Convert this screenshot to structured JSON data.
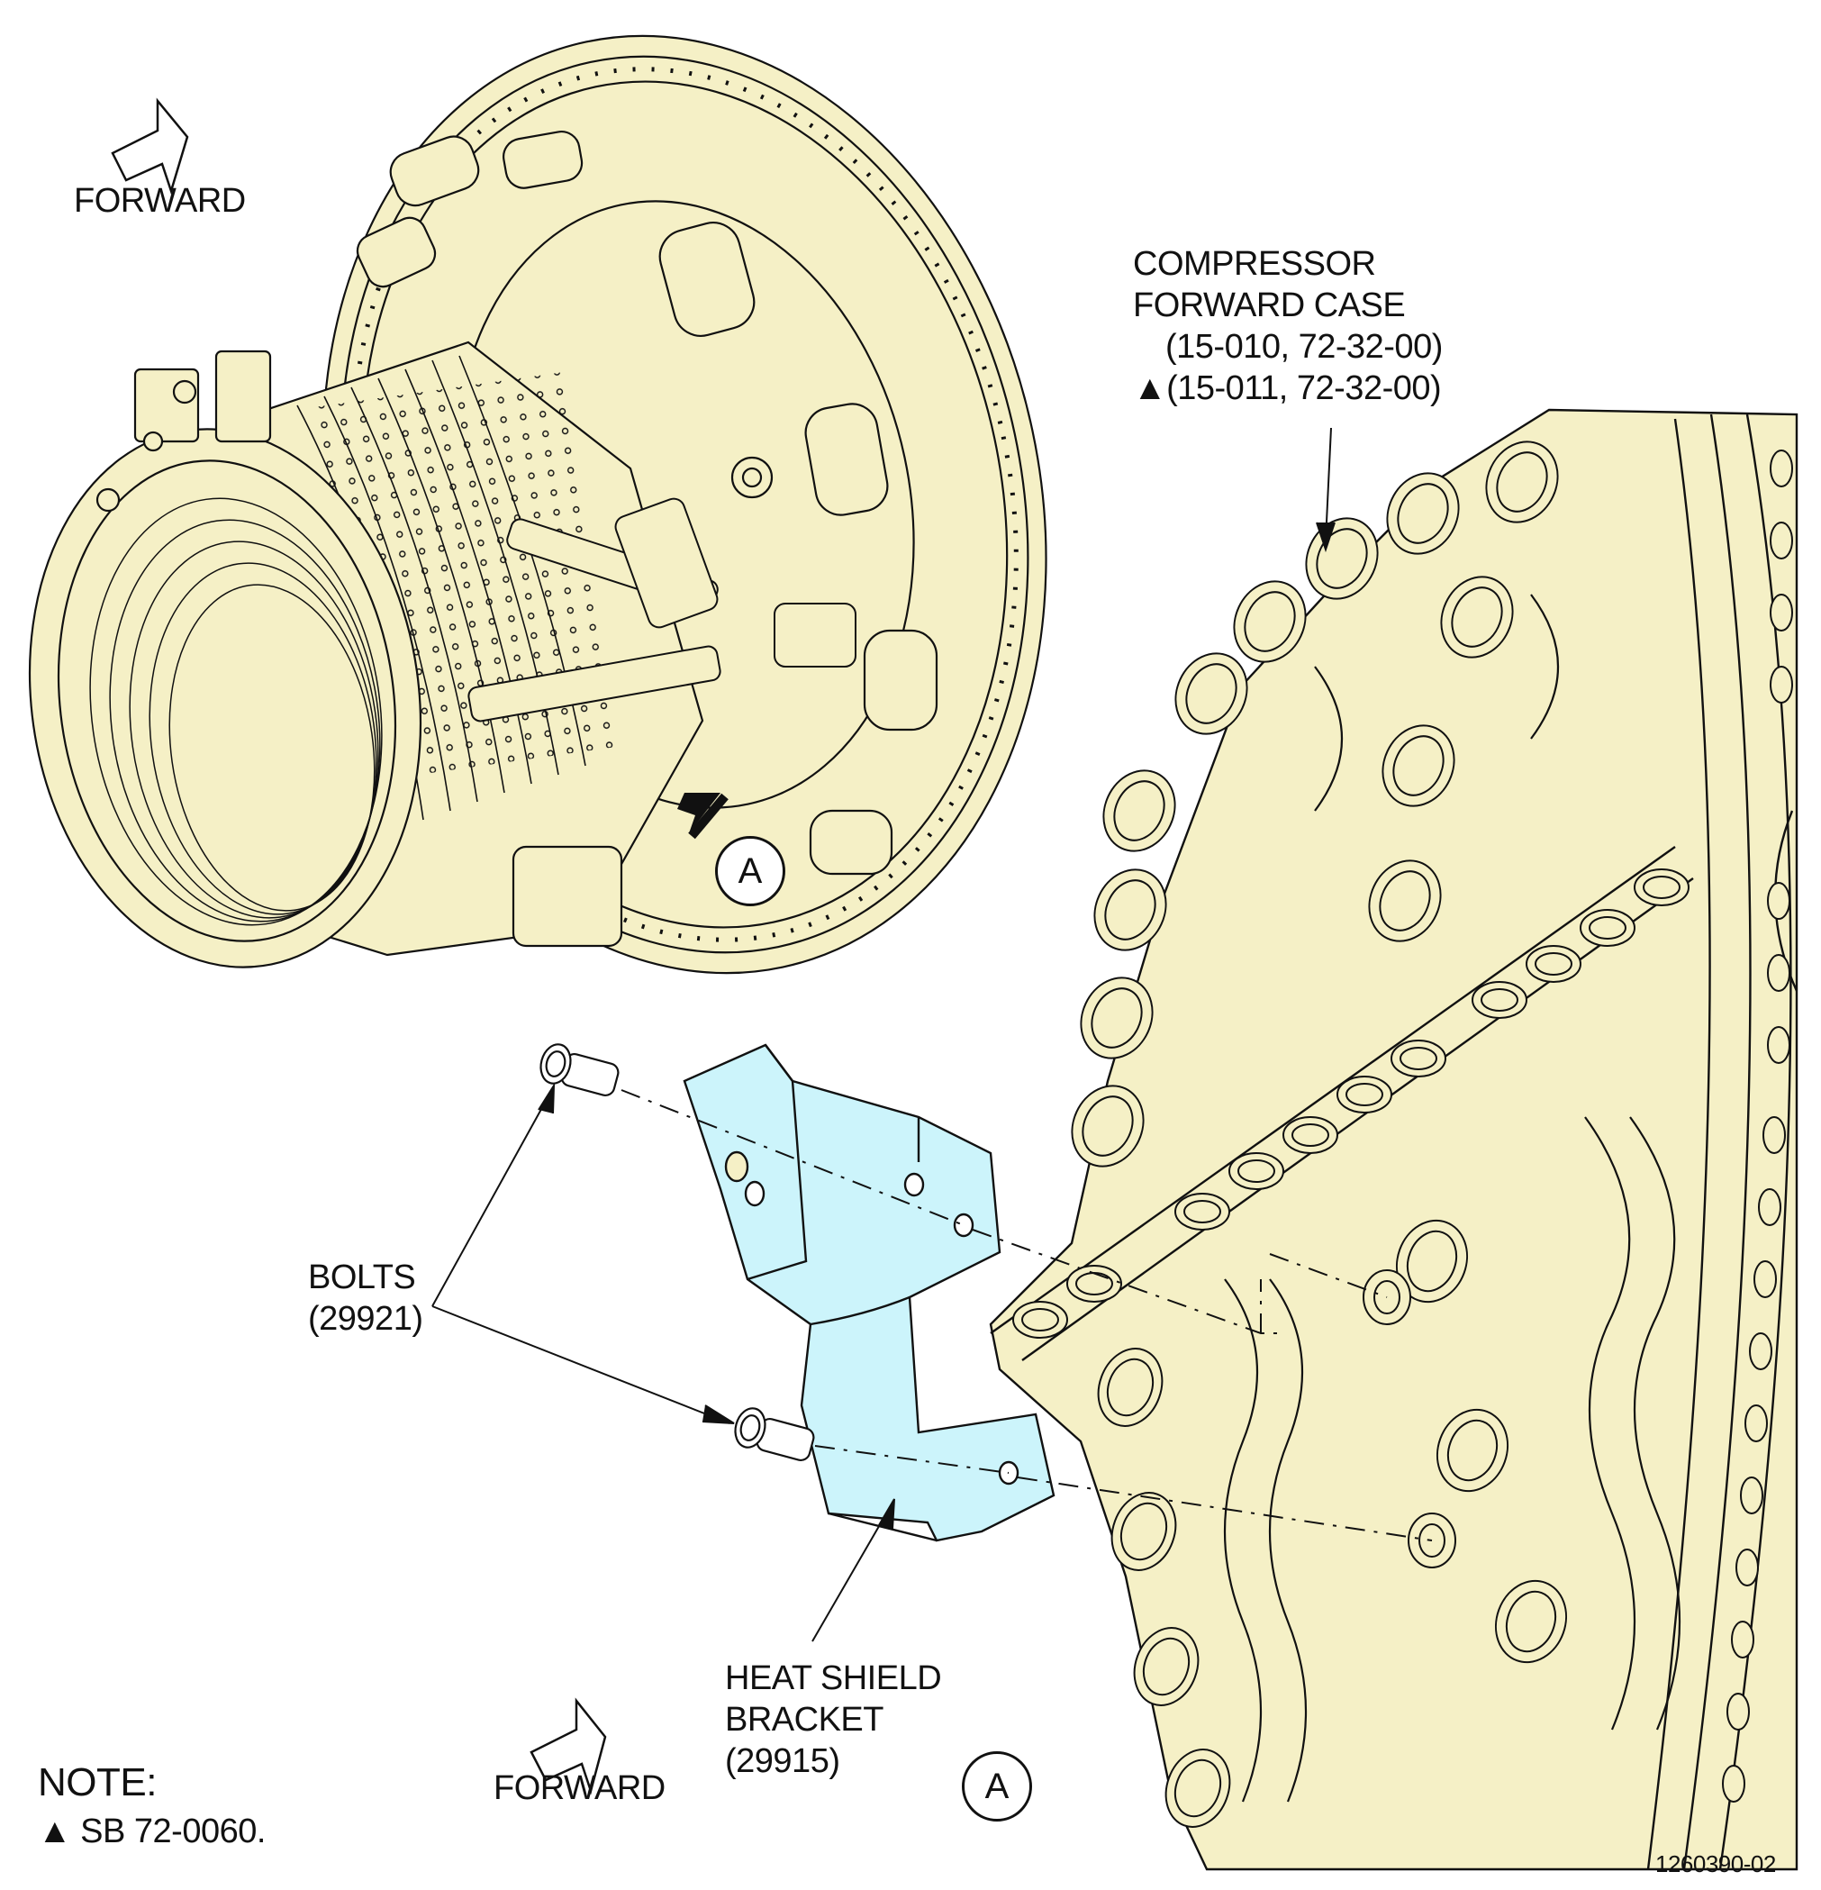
{
  "colors": {
    "engine_fill": "#f5f0c6",
    "bracket_fill": "#ccf4fb",
    "line": "#111111",
    "background": "#ffffff"
  },
  "labels": {
    "forward_top": "FORWARD",
    "forward_bottom": "FORWARD",
    "case_title": [
      "COMPRESSOR",
      "FORWARD CASE"
    ],
    "case_refs": [
      "(15-010, 72-32-00)",
      "▲(15-011, 72-32-00)"
    ],
    "bolts": [
      "BOLTS",
      "(29921)"
    ],
    "bracket": [
      "HEAT SHIELD",
      "BRACKET",
      "(29915)"
    ],
    "note_title": "NOTE:",
    "note_text": "▲ SB 72-0060.",
    "detail_callout": "A",
    "detail_view": "A",
    "figure_id": "1260390-02"
  },
  "icons": [
    "forward-arrow-icon",
    "view-direction-arrow-icon"
  ]
}
